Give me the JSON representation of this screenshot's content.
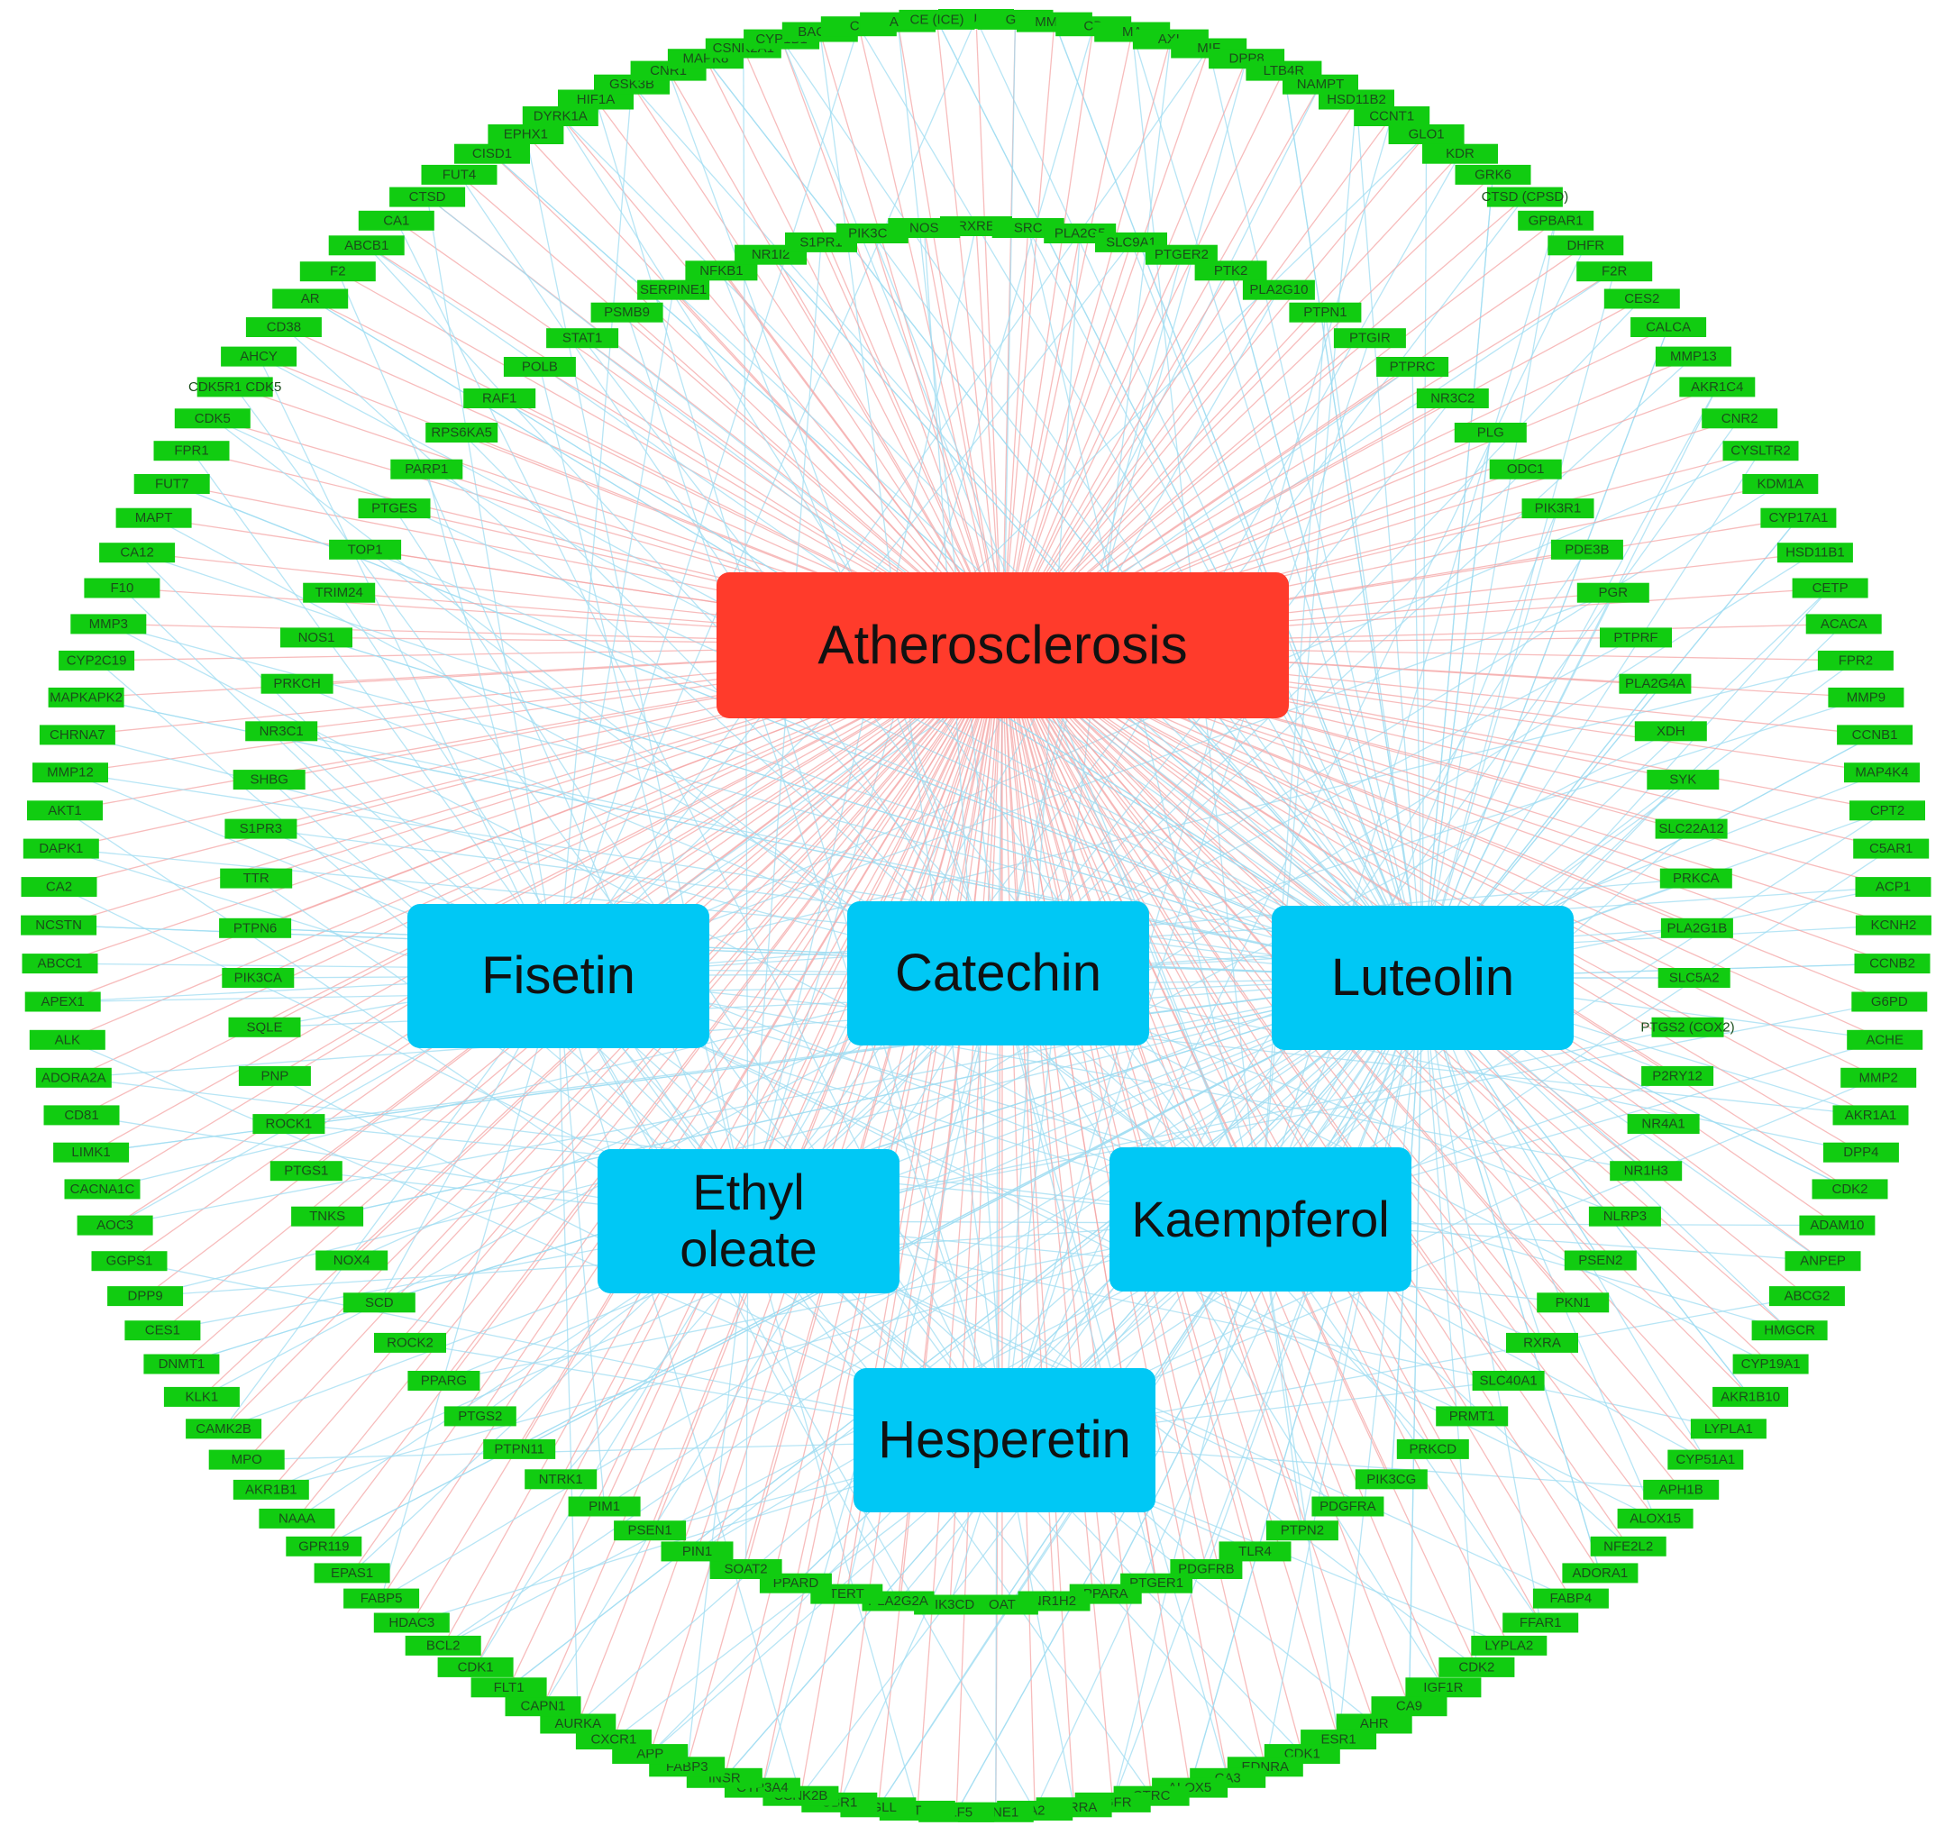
{
  "colors": {
    "disease": "#ff3b2b",
    "compound": "#00c8f5",
    "target": "#11cc11",
    "edge_disease": "#f4a6a6",
    "edge_compound": "#9fdcf2"
  },
  "disease": {
    "label": "Atherosclerosis"
  },
  "compounds": [
    {
      "id": "fisetin",
      "label": "Fisetin"
    },
    {
      "id": "catechin",
      "label": "Catechin"
    },
    {
      "id": "luteolin",
      "label": "Luteolin"
    },
    {
      "id": "ethyl-oleate",
      "label": "Ethyl oleate"
    },
    {
      "id": "kaempferol",
      "label": "Kaempferol"
    },
    {
      "id": "hesperetin",
      "label": "Hesperetin"
    }
  ],
  "outer_ring": [
    "GUSB",
    "GP",
    "MMP8",
    "CD",
    "MA",
    "AXL",
    "MIF",
    "DPP8",
    "LTB4R",
    "NAMPT",
    "HSD11B2",
    "CCNT1",
    "GLO1",
    "KDR",
    "GRK6",
    "CTSD (CPSD)",
    "GPBAR1",
    "DHFR",
    "F2R",
    "CES2",
    "CALCA",
    "MMP13",
    "AKR1C4",
    "CNR2",
    "CYSLTR2",
    "KDM1A",
    "CYP17A1",
    "HSD11B1",
    "CETP",
    "ACACA",
    "FPR2",
    "MMP9",
    "CCNB1",
    "MAP4K4",
    "CPT2",
    "C5AR1",
    "ACP1",
    "KCNH2",
    "CCNB2",
    "G6PD",
    "ACHE",
    "MMP2",
    "AKR1A1",
    "DPP4",
    "CDK2",
    "ADAM10",
    "ANPEP",
    "ABCG2",
    "HMGCR",
    "CYP19A1",
    "AKR1B10",
    "LYPLA1",
    "CYP51A1",
    "APH1B",
    "ALOX15",
    "NFE2L2",
    "ADORA1",
    "FABP4",
    "FFAR1",
    "LYPLA2",
    "CDK2",
    "IGF1R",
    "CA9",
    "AHR",
    "ESR1",
    "CDK1",
    "EDNRA",
    "CA3",
    "ALOX5",
    "CTRC",
    "EGFR",
    "ESRRA",
    "IA2",
    "CCNE1",
    "KLF5",
    "T",
    "MGLL",
    "CBR1",
    "CSNK2B",
    "CYP3A4",
    "INSR",
    "FABP3",
    "APP",
    "CXCR1",
    "AURKA",
    "CAPN1",
    "FLT1",
    "CDK1",
    "BCL2",
    "HDAC3",
    "FABP5",
    "EPAS1",
    "GPR119",
    "NAAA",
    "AKR1B1",
    "MPO",
    "CAMK2B",
    "KLK1",
    "DNMT1",
    "CES1",
    "DPP9",
    "GGPS1",
    "AOC3",
    "CACNA1C",
    "LIMK1",
    "CD81",
    "ADORA2A",
    "ALK",
    "APEX1",
    "ABCC1",
    "NCSTN",
    "CA2",
    "DAPK1",
    "AKT1",
    "MMP12",
    "CHRNA7",
    "MAPKAPK2",
    "CYP2C19",
    "MMP3",
    "F10",
    "CA12",
    "MAPT",
    "FUT7",
    "FPR1",
    "CDK5",
    "CDK5R1 CDK5",
    "AHCY",
    "CD38",
    "AR",
    "F2",
    "ABCB1",
    "CA1",
    "CTSD",
    "FUT4",
    "CISD1",
    "EPHX1",
    "DYRK1A",
    "HIF1A",
    "GSK3B",
    "CNR1",
    "MAPK8",
    "CSNK2A1",
    "CYP1B1",
    "BACE1",
    "CF",
    "AL",
    "CE (ICE)"
  ],
  "inner_ring": [
    "RXRB",
    "SRC",
    "PLA2G5",
    "SLC9A1",
    "PTGER2",
    "PTK2",
    "PLA2G10",
    "PTPN1",
    "PTGIR",
    "PTPRC",
    "NR3C2",
    "PLG",
    "ODC1",
    "PIK3R1",
    "PDE3B",
    "PGR",
    "PTPRF",
    "PLA2G4A",
    "XDH",
    "SYK",
    "SLC22A12",
    "PRKCA",
    "PLA2G1B",
    "SLC5A2",
    "PTGS2 (COX2)",
    "P2RY12",
    "NR4A1",
    "NR1H3",
    "NLRP3",
    "PSEN2",
    "PKN1",
    "RXRA",
    "SLC40A1",
    "PRMT1",
    "PRKCD",
    "PIK3CG",
    "PDGFRA",
    "PTPN2",
    "TLR4",
    "PDGFRB",
    "PTGER1",
    "PPARA",
    "NR1H2",
    "OAT",
    "PIK3CD",
    "PLA2G2A",
    "TERT",
    "PPARD",
    "SOAT2",
    "PIN1",
    "PSEN1",
    "PIM1",
    "NTRK1",
    "PTPN11",
    "PTGS2",
    "PPARG",
    "ROCK2",
    "SCD",
    "NOX4",
    "TNKS",
    "PTGS1",
    "ROCK1",
    "PNP",
    "SQLE",
    "PIK3CA",
    "PTPN6",
    "TTR",
    "S1PR3",
    "SHBG",
    "NR3C1",
    "PRKCH",
    "NOS1",
    "TRIM24",
    "TOP1",
    "PTGES",
    "PARP1",
    "RPS6KA5",
    "RAF1",
    "POLB",
    "STAT1",
    "PSMB9",
    "SERPINE1",
    "NFKB1",
    "NR1I2",
    "S1PR1",
    "PIK3CB",
    "NOS"
  ]
}
